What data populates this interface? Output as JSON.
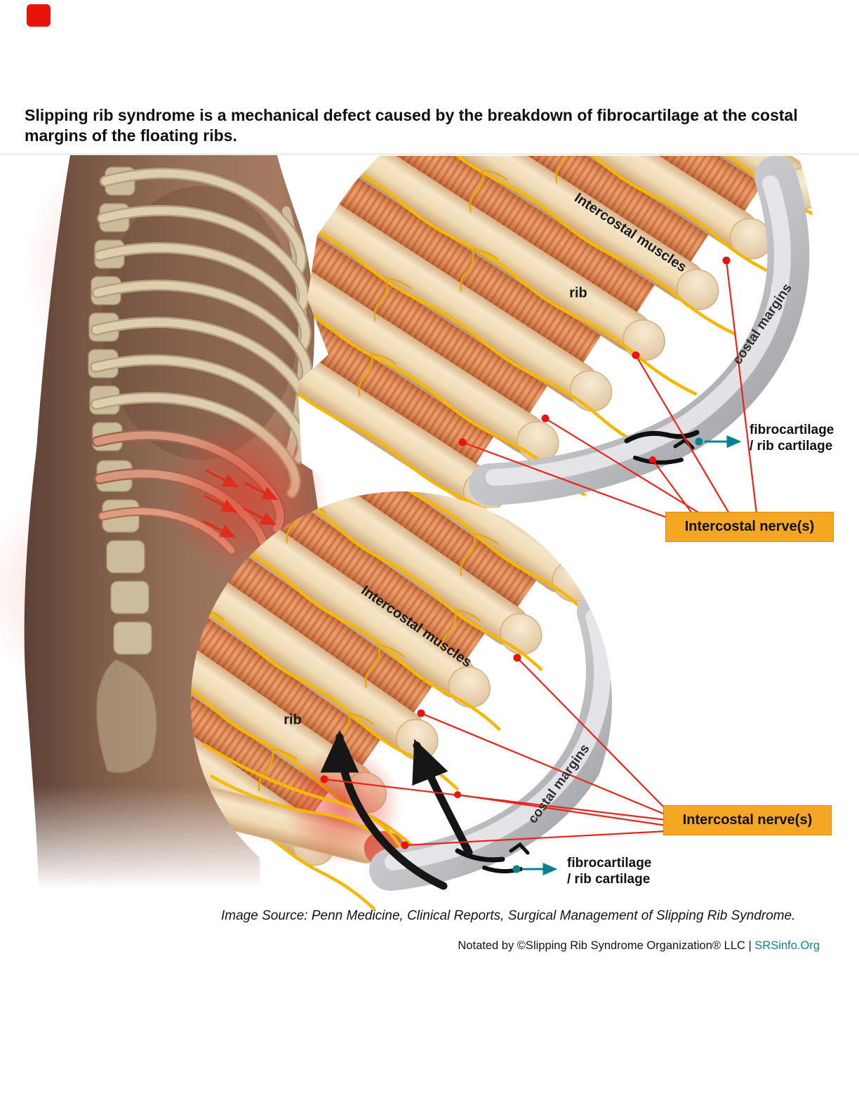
{
  "page": {
    "title": "Slipping rib syndrome is a mechanical defect caused by the breakdown of fibrocartilage at the costal margins of the floating ribs."
  },
  "panels": {
    "top": {
      "intercostal_muscles": "Intercostal muscles",
      "rib": "rib",
      "costal_margins": "costal margins",
      "fibrocartilage_line1": "fibrocartilage",
      "fibrocartilage_line2": "/ rib cartilage",
      "nerve_label": "Intercostal nerve(s)"
    },
    "bottom": {
      "intercostal_muscles": "Intercostal muscles",
      "rib": "rib",
      "costal_margins": "costal margins",
      "fibrocartilage_line1": "fibrocartilage",
      "fibrocartilage_line2": "/ rib cartilage",
      "nerve_label": "Intercostal nerve(s)"
    }
  },
  "footer": {
    "source": "Image Source: Penn Medicine, Clinical Reports, Surgical Management of Slipping Rib Syndrome.",
    "notated_prefix": "Notated by ©Slipping Rib Syndrome Organization® LLC | ",
    "notated_link": "SRSinfo.Org"
  },
  "colors": {
    "nerve_yellow": "#F5B800",
    "label_box_orange": "#F5A623",
    "annotation_red": "#E8251A",
    "teal": "#00838F",
    "muscle_orange": "#E8925E",
    "rib_bone": "#F0DAB2",
    "cartilage_gray": "#C2C3C7",
    "skin_brown": "#97715A"
  }
}
